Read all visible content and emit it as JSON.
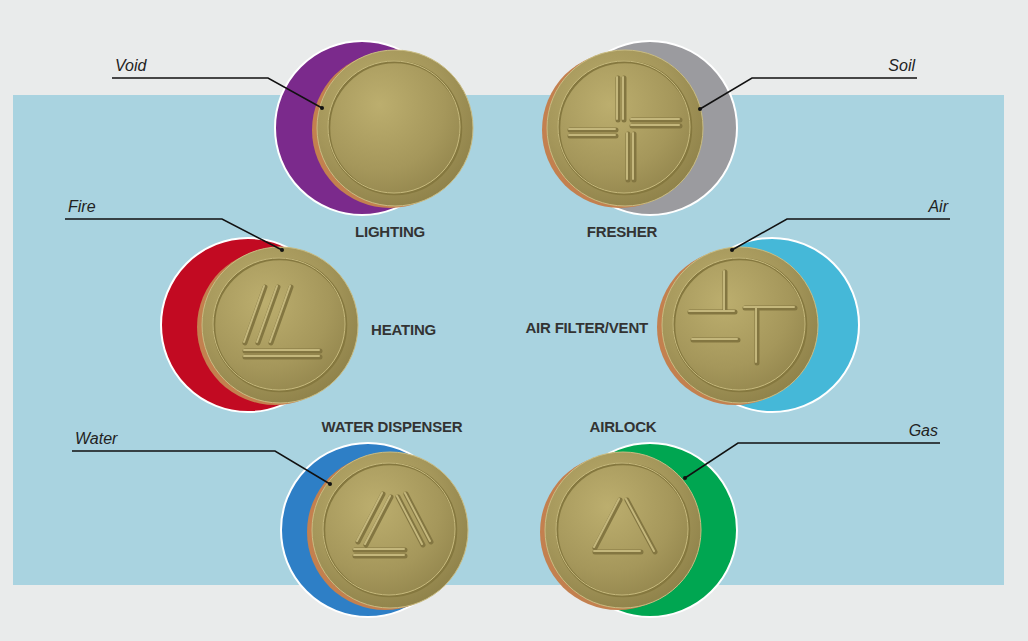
{
  "diagram": {
    "nodes": [
      {
        "text": [
          "LIGHTING"
        ]
      },
      {
        "text": [
          "FRESHER"
        ]
      },
      {
        "text": [
          "HEATING"
        ]
      },
      {
        "text": [
          "AIR FILTER/VENT"
        ]
      },
      {
        "text": [
          "WATER DISPENSER"
        ]
      },
      {
        "text": [
          "AIRLOCK"
        ]
      }
    ],
    "labels": [
      "Void",
      "Soil",
      "Fire",
      "Air",
      "Water",
      "Gas"
    ]
  }
}
